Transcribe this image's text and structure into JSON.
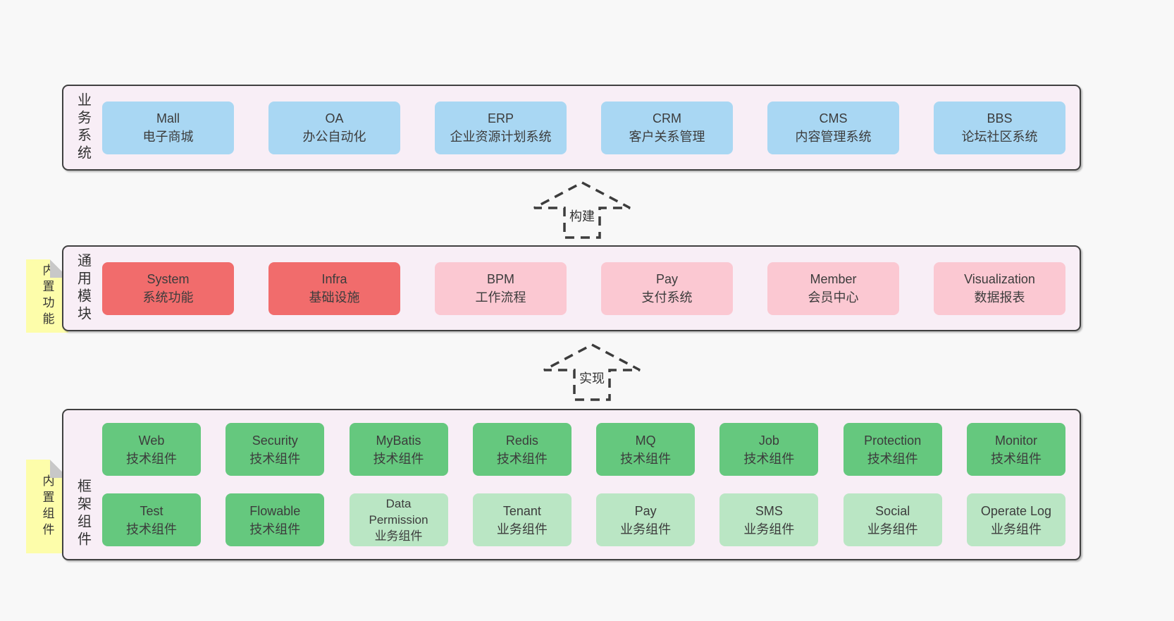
{
  "colors": {
    "page_bg": "#f8f8f8",
    "container_bg": "#f8eef6",
    "container_border": "#404040",
    "blue": "#a9d7f3",
    "red": "#f16c6c",
    "pink": "#fbc8d2",
    "green": "#65c87e",
    "lightgreen": "#bae6c4",
    "note_yellow": "#fdfdaa",
    "fold_gray": "#c8c8c8",
    "text": "#3a3a3a"
  },
  "arrows": {
    "build": "构建",
    "implement": "实现"
  },
  "sections": {
    "business": {
      "label": "业务系统",
      "boxes": [
        {
          "title": "Mall",
          "subtitle": "电子商城",
          "color": "blue"
        },
        {
          "title": "OA",
          "subtitle": "办公自动化",
          "color": "blue"
        },
        {
          "title": "ERP",
          "subtitle": "企业资源计划系统",
          "color": "blue"
        },
        {
          "title": "CRM",
          "subtitle": "客户关系管理",
          "color": "blue"
        },
        {
          "title": "CMS",
          "subtitle": "内容管理系统",
          "color": "blue"
        },
        {
          "title": "BBS",
          "subtitle": "论坛社区系统",
          "color": "blue"
        }
      ]
    },
    "modules": {
      "label": "通用模块",
      "note": "内置功能",
      "boxes": [
        {
          "title": "System",
          "subtitle": "系统功能",
          "color": "red"
        },
        {
          "title": "Infra",
          "subtitle": "基础设施",
          "color": "red"
        },
        {
          "title": "BPM",
          "subtitle": "工作流程",
          "color": "pink"
        },
        {
          "title": "Pay",
          "subtitle": "支付系统",
          "color": "pink"
        },
        {
          "title": "Member",
          "subtitle": "会员中心",
          "color": "pink"
        },
        {
          "title": "Visualization",
          "subtitle": "数据报表",
          "color": "pink"
        }
      ]
    },
    "components": {
      "label": "框架组件",
      "note": "内置组件",
      "row1": [
        {
          "title": "Web",
          "subtitle": "技术组件",
          "color": "green"
        },
        {
          "title": "Security",
          "subtitle": "技术组件",
          "color": "green"
        },
        {
          "title": "MyBatis",
          "subtitle": "技术组件",
          "color": "green"
        },
        {
          "title": "Redis",
          "subtitle": "技术组件",
          "color": "green"
        },
        {
          "title": "MQ",
          "subtitle": "技术组件",
          "color": "green"
        },
        {
          "title": "Job",
          "subtitle": "技术组件",
          "color": "green"
        },
        {
          "title": "Protection",
          "subtitle": "技术组件",
          "color": "green"
        },
        {
          "title": "Monitor",
          "subtitle": "技术组件",
          "color": "green"
        }
      ],
      "row2": [
        {
          "title": "Test",
          "subtitle": "技术组件",
          "color": "green"
        },
        {
          "title": "Flowable",
          "subtitle": "技术组件",
          "color": "green"
        },
        {
          "title": "Data Permission",
          "subtitle": "业务组件",
          "color": "lightgreen"
        },
        {
          "title": "Tenant",
          "subtitle": "业务组件",
          "color": "lightgreen"
        },
        {
          "title": "Pay",
          "subtitle": "业务组件",
          "color": "lightgreen"
        },
        {
          "title": "SMS",
          "subtitle": "业务组件",
          "color": "lightgreen"
        },
        {
          "title": "Social",
          "subtitle": "业务组件",
          "color": "lightgreen"
        },
        {
          "title": "Operate Log",
          "subtitle": "业务组件",
          "color": "lightgreen"
        }
      ]
    }
  }
}
